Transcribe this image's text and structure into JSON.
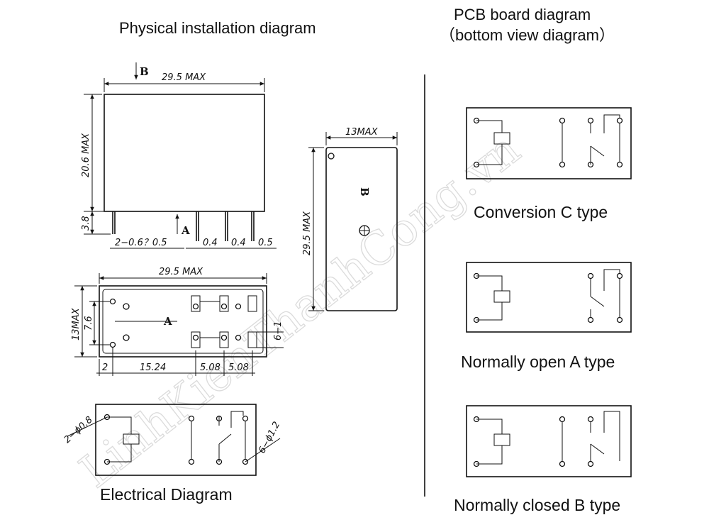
{
  "titles": {
    "physical": "Physical installation diagram",
    "pcb": "PCB board diagram",
    "pcb_sub": "（bottom view diagram）"
  },
  "side_view": {
    "width": "29.5 MAX",
    "height": "20.6 MAX",
    "pin_length": "3.8",
    "pin_dims": [
      "2−0.6？0.5",
      "0.4",
      "0.4",
      "0.5"
    ],
    "label_b": "B",
    "label_a": "A"
  },
  "end_view": {
    "width": "13MAX",
    "height": "29.5 MAX",
    "label_b": "B"
  },
  "bottom_view": {
    "width": "29.5 MAX",
    "height": "13MAX",
    "row_pitch": "7.6",
    "pin_size": "6−1",
    "label_a": "A",
    "spacings": [
      "2",
      "15.24",
      "5.08",
      "5.08"
    ]
  },
  "electrical": {
    "caption": "Electrical  Diagram",
    "hole_small": "2−ϕ0.8",
    "hole_large": "6−ϕ1.2"
  },
  "pcb_types": [
    {
      "caption": "Conversion C type"
    },
    {
      "caption": "Normally open A type"
    },
    {
      "caption": "Normally closed B type"
    }
  ],
  "watermark": "LinhKienThanhCong.vn"
}
